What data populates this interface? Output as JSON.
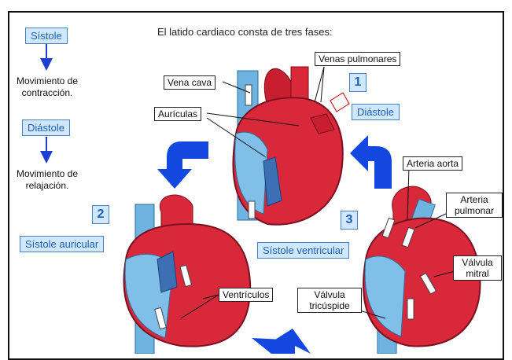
{
  "title": "El latido cardiaco consta de tres fases:",
  "legend": {
    "systole_label": "Sístole",
    "systole_desc_1": "Movimiento de",
    "systole_desc_2": "contracción.",
    "diastole_label": "Diástole",
    "diastole_desc_1": "Movimiento de",
    "diastole_desc_2": "relajación."
  },
  "phases": {
    "p1_number": "1",
    "p1_name": "Diástole",
    "p2_number": "2",
    "p2_name": "Sístole auricular",
    "p3_number": "3",
    "p3_name": "Sístole ventricular"
  },
  "labels": {
    "vena_cava": "Vena cava",
    "venas_pulmonares": "Venas pulmonares",
    "auriculas": "Aurículas",
    "ventriculos": "Ventrículos",
    "arteria_aorta": "Arteria aorta",
    "arteria_pulmonar_1": "Arteria",
    "arteria_pulmonar_2": "pulmonar",
    "valvula_mitral_1": "Válvula",
    "valvula_mitral_2": "mitral",
    "valvula_tricuspide_1": "Válvula",
    "valvula_tricuspide_2": "tricúspide"
  },
  "colors": {
    "oxygenated": "#d8283a",
    "deoxygenated": "#6fb3e0",
    "cycle_arrow": "#1447e0",
    "label_fill": "#cfe8ff"
  }
}
